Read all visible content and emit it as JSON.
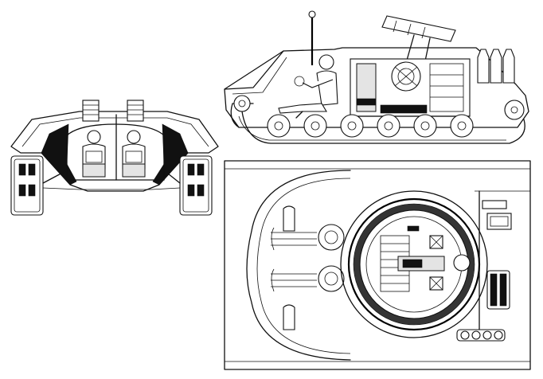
{
  "drawing": {
    "views": [
      "front-view",
      "side-view",
      "top-view"
    ],
    "colors": {
      "ink": "#111111",
      "paper": "#ffffff",
      "shade": "#e4e4e4"
    }
  }
}
